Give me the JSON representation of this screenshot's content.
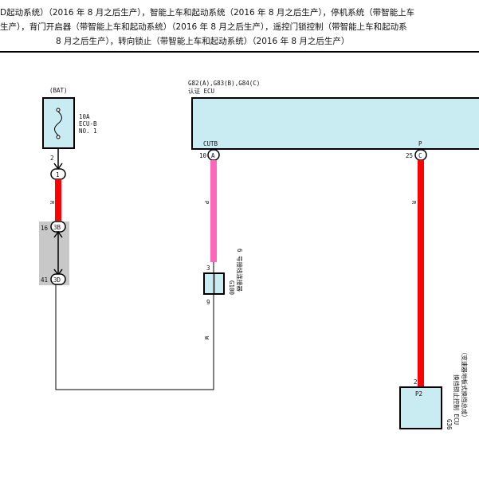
{
  "header": {
    "line1": "D起动系统）（2016 年 8 月之后生产），智能上车和起动系统（2016 年 8 月之后生产），停机系统（带智能上车",
    "line2": "生产），背门开启器（带智能上车和起动系统）（2016 年 8 月之后生产），遥控门锁控制（带智能上车和起动系",
    "line3": "8 月之后生产），转向锁止（带智能上车和起动系统）（2016 年 8 月之后生产）"
  },
  "bat": {
    "label": "(BAT)",
    "fuse_amp": "10A",
    "fuse_name": "ECU-B",
    "fuse_no": "NO. 1",
    "pin_out": "2",
    "conn_pin": "1",
    "wire_color": "R"
  },
  "junction": {
    "pin_top_num": "16",
    "pin_top_code": "3B",
    "pin_bottom_num": "41",
    "pin_bottom_code": "3D"
  },
  "ecu": {
    "codes": "G82(A),G83(B),G84(C)",
    "name": "认证 ECU",
    "pin_cutb": "CUTB",
    "pin_p": "P",
    "cutb_num": "10",
    "cutb_conn": "A",
    "p_num": "25",
    "p_conn": "C",
    "cutb_wire": "P",
    "p_wire": "R"
  },
  "g100": {
    "code": "G100",
    "name": "6 号接线连接器",
    "pin_top": "3",
    "pin_bottom": "9",
    "wire_below": "W"
  },
  "g36": {
    "pin_num": "2",
    "pin_name": "P2",
    "code": "G36",
    "name1": "换挡锁止控制 ECU",
    "name2": "（变速器地板式换挡总成）"
  },
  "colors": {
    "red_wire": "#ff0000",
    "pink_wire": "#ff66bb",
    "box_fill": "#c9ecf2",
    "junction_fill": "#c8c8c8"
  }
}
